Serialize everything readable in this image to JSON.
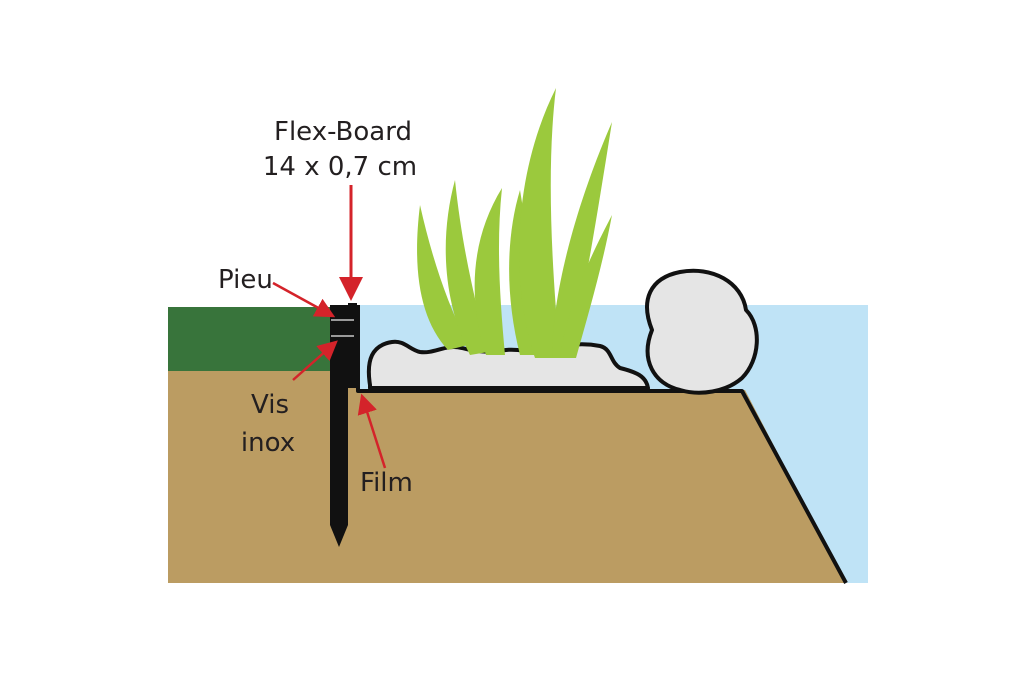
{
  "labels": {
    "flex_board_line1": "Flex-Board",
    "flex_board_line2": "14 x 0,7 cm",
    "pieu": "Pieu",
    "vis_line1": "Vis",
    "vis_line2": "inox",
    "film": "Film"
  },
  "colors": {
    "grass": "#38743b",
    "soil": "#bb9c62",
    "water": "#bfe3f6",
    "stone": "#e5e5e5",
    "plant": "#9bc93d",
    "stake": "#111111",
    "arrow": "#d4232a",
    "outline": "#111111"
  }
}
